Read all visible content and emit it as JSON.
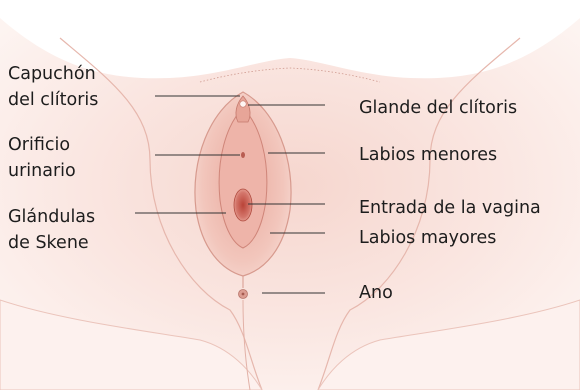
{
  "labels_left": {
    "capuchon_line1": "Capuchón",
    "capuchon_line2": "del clítoris",
    "orificio_line1": "Orificio",
    "orificio_line2": "urinario",
    "skene_line1": "Glándulas",
    "skene_line2": "de Skene"
  },
  "labels_right": {
    "glande": "Glande del clítoris",
    "menores": "Labios menores",
    "entrada": "Entrada de la vagina",
    "mayores": "Labios mayores",
    "ano": "Ano"
  },
  "colors": {
    "skin_light": "#fbe9e4",
    "skin_mid": "#f2c9bf",
    "skin_dark": "#d99a8f",
    "tissue": "#e8a99e",
    "vaginal_opening": "#c8574c",
    "leader_line": "#333333",
    "text": "#1d1d1d"
  }
}
